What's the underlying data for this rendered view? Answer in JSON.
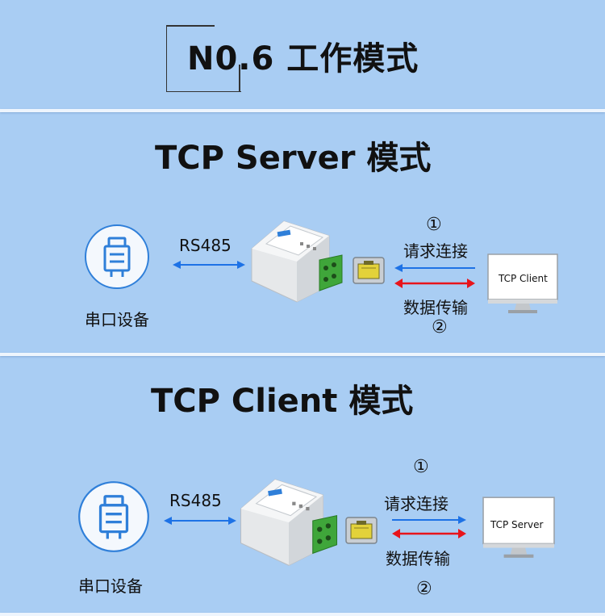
{
  "header": {
    "no_label": "N0.6",
    "title": "工作模式"
  },
  "sections": [
    {
      "title": "TCP Server 模式",
      "interface_label": "RS485",
      "device_label": "串口设备",
      "step1_marker": "①",
      "step1_text": "请求连接",
      "step2_text": "数据传输",
      "step2_marker": "②",
      "remote_screen": "TCP Client"
    },
    {
      "title": "TCP Client 模式",
      "interface_label": "RS485",
      "device_label": "串口设备",
      "step1_marker": "①",
      "step1_text": "请求连接",
      "step2_text": "数据传输",
      "step2_marker": "②",
      "remote_screen": "TCP Server"
    }
  ],
  "colors": {
    "background": "#a9cdf3",
    "arrow_blue": "#1d72e6",
    "arrow_red": "#e8141b",
    "icon_blue": "#2f7fd9",
    "terminal_green": "#3fa63a"
  }
}
